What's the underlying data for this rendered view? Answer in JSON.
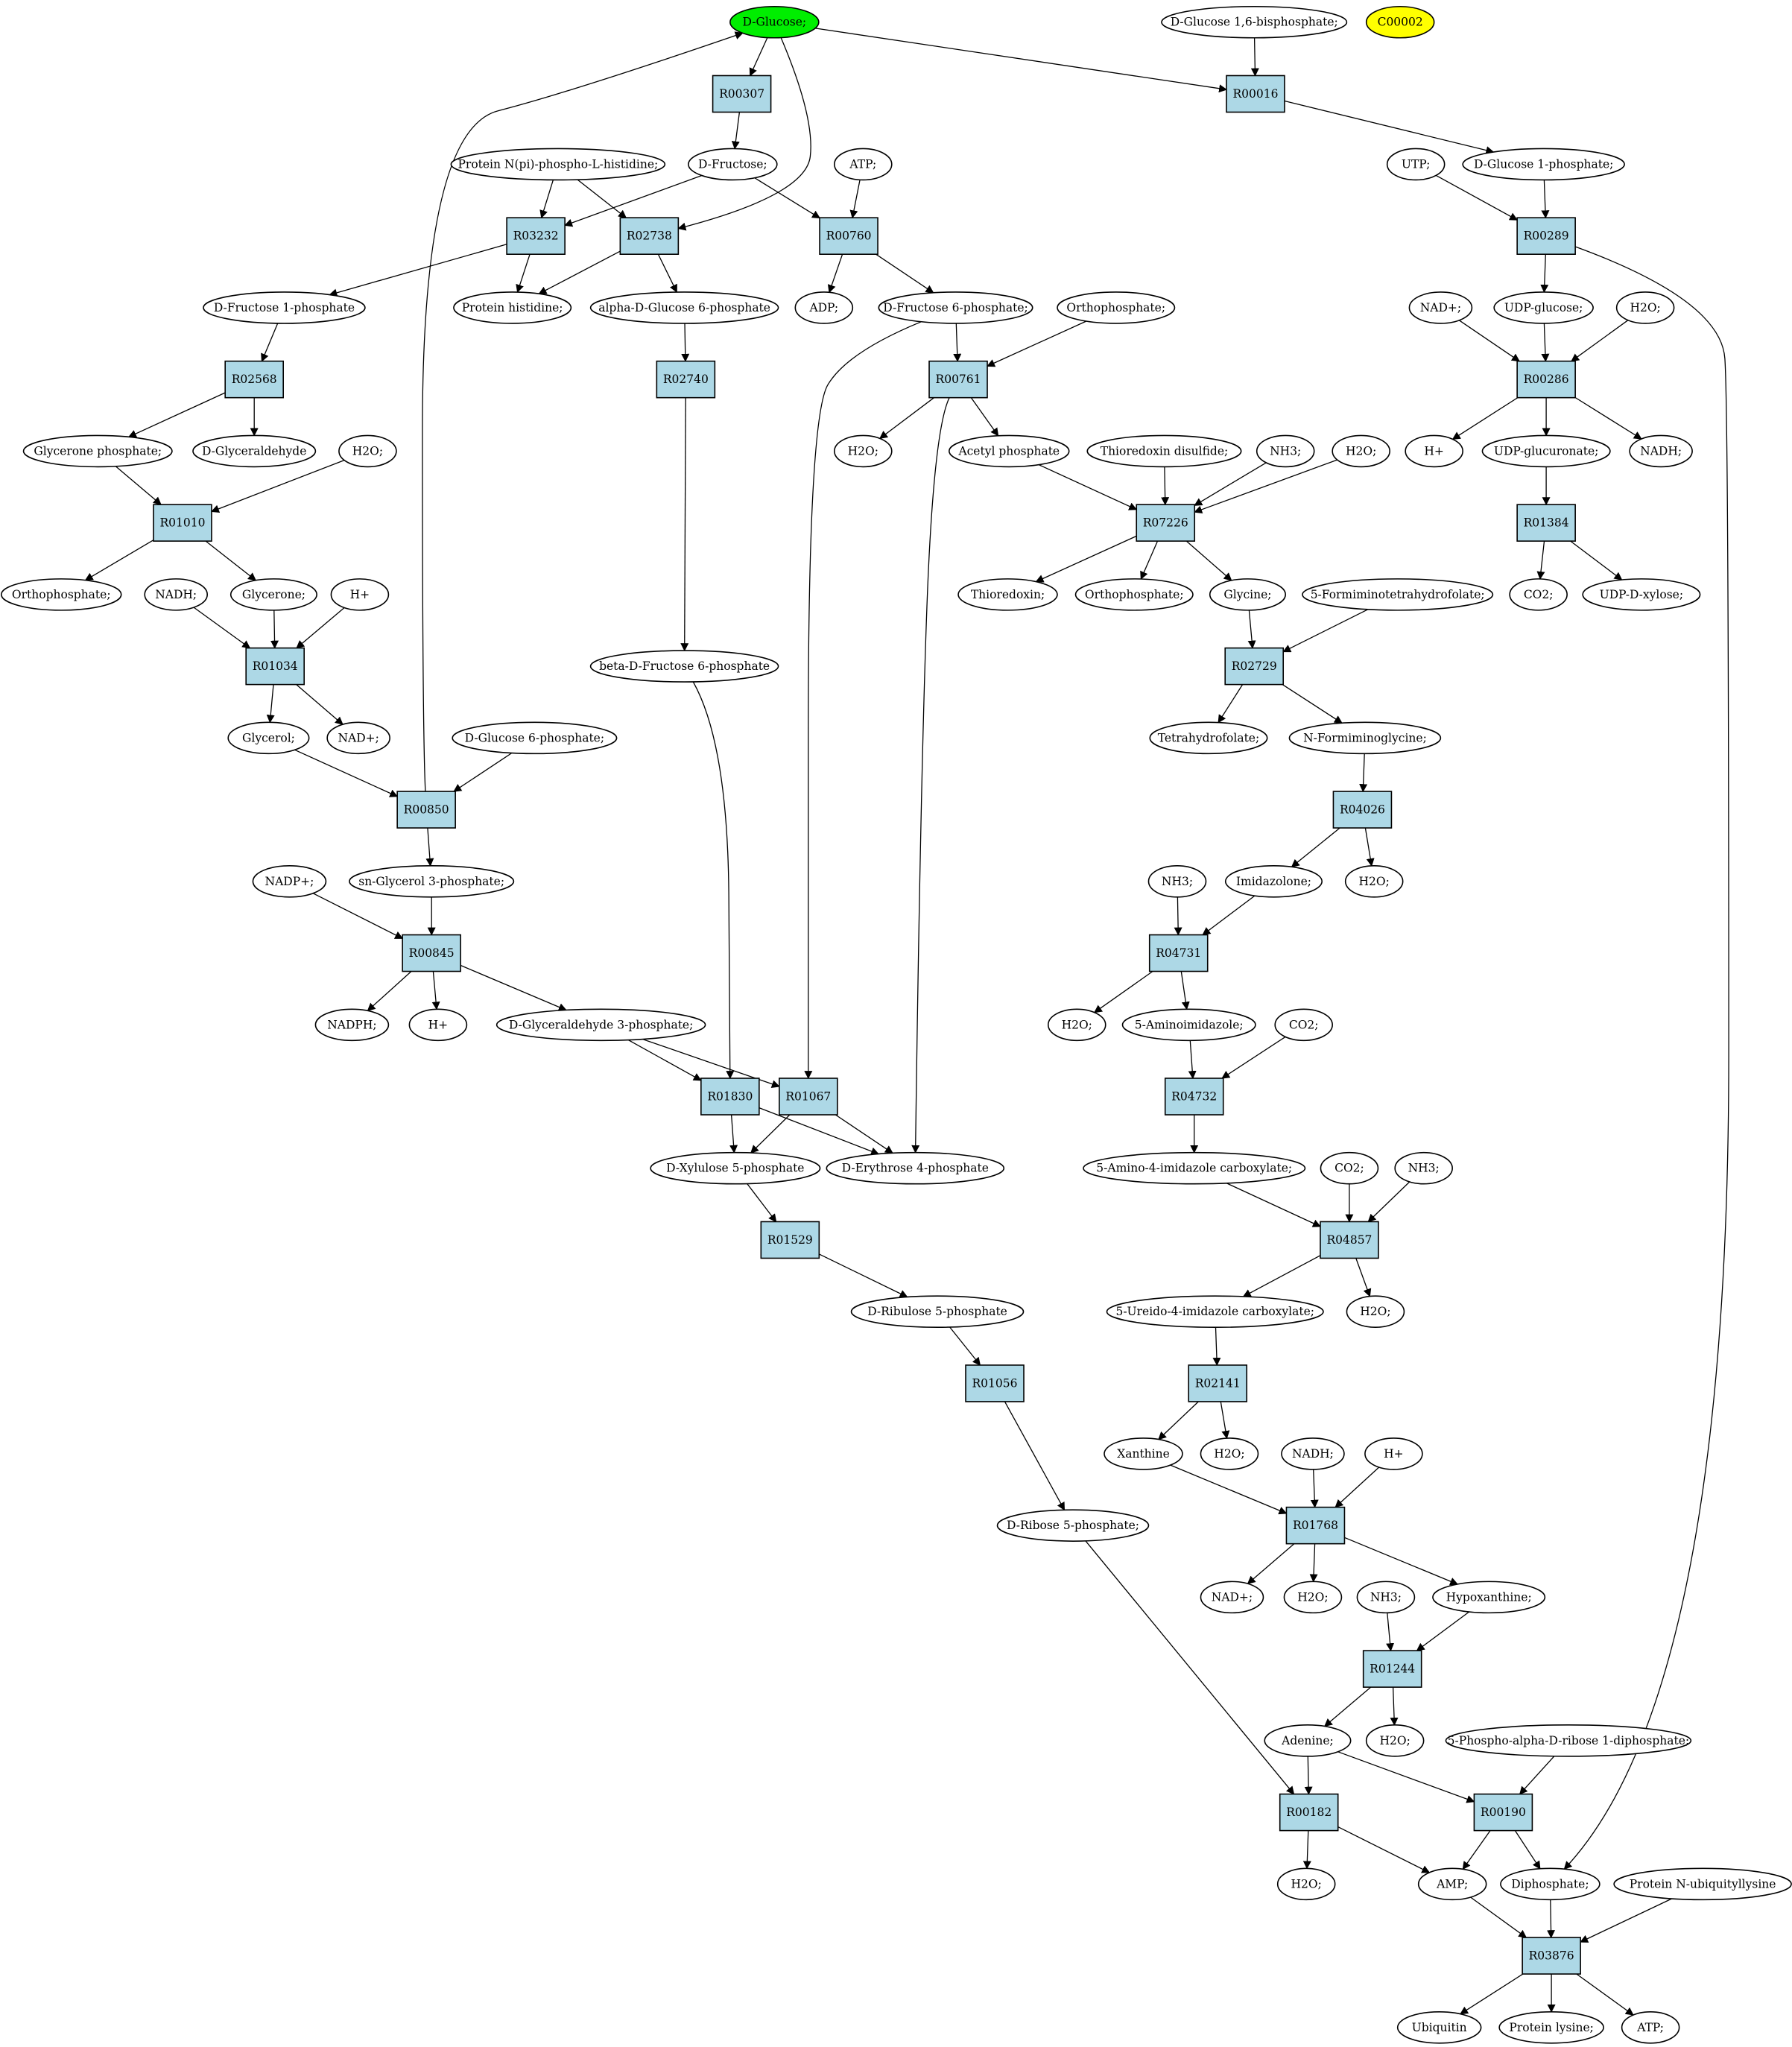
{
  "diagram": {
    "compounds": [
      {
        "id": "glucose",
        "label": "D-Glucose;",
        "fill": "#00ee00"
      },
      {
        "id": "g16bp",
        "label": "D-Glucose 1,6-bisphosphate;"
      },
      {
        "id": "c00002",
        "label": "C00002",
        "fill": "#ffff00"
      },
      {
        "id": "protnpi",
        "label": "Protein N(pi)-phospho-L-histidine;"
      },
      {
        "id": "fructose",
        "label": "D-Fructose;"
      },
      {
        "id": "atp1",
        "label": "ATP;"
      },
      {
        "id": "utp",
        "label": "UTP;"
      },
      {
        "id": "g1p",
        "label": "D-Glucose 1-phosphate;"
      },
      {
        "id": "f1p",
        "label": "D-Fructose 1-phosphate"
      },
      {
        "id": "prothis",
        "label": "Protein histidine;"
      },
      {
        "id": "ag6p",
        "label": "alpha-D-Glucose 6-phosphate"
      },
      {
        "id": "adp",
        "label": "ADP;"
      },
      {
        "id": "f6p",
        "label": "D-Fructose 6-phosphate;"
      },
      {
        "id": "ortho1",
        "label": "Orthophosphate;"
      },
      {
        "id": "nadp1",
        "label": "NAD+;"
      },
      {
        "id": "udpglc",
        "label": "UDP-glucose;"
      },
      {
        "id": "h2o_a",
        "label": "H2O;"
      },
      {
        "id": "glyp",
        "label": "Glycerone phosphate;"
      },
      {
        "id": "dglyald",
        "label": "D-Glyceraldehyde"
      },
      {
        "id": "h2o_b",
        "label": "H2O;"
      },
      {
        "id": "h2o_c",
        "label": "H2O;"
      },
      {
        "id": "acetylp",
        "label": "Acetyl phosphate"
      },
      {
        "id": "thiodis",
        "label": "Thioredoxin disulfide;"
      },
      {
        "id": "nh3_a",
        "label": "NH3;"
      },
      {
        "id": "h2o_d",
        "label": "H2O;"
      },
      {
        "id": "hplus_a",
        "label": "H+"
      },
      {
        "id": "udpgluc",
        "label": "UDP-glucuronate;"
      },
      {
        "id": "nadh_a",
        "label": "NADH;"
      },
      {
        "id": "ortho2",
        "label": "Orthophosphate;"
      },
      {
        "id": "nadh_b",
        "label": "NADH;"
      },
      {
        "id": "glycerone",
        "label": "Glycerone;"
      },
      {
        "id": "hplus_b",
        "label": "H+"
      },
      {
        "id": "thio",
        "label": "Thioredoxin;"
      },
      {
        "id": "ortho3",
        "label": "Orthophosphate;"
      },
      {
        "id": "glycine",
        "label": "Glycine;"
      },
      {
        "id": "fthf",
        "label": "5-Formiminotetrahydrofolate;"
      },
      {
        "id": "co2_a",
        "label": "CO2;"
      },
      {
        "id": "udpxyl",
        "label": "UDP-D-xylose;"
      },
      {
        "id": "bf6p",
        "label": "beta-D-Fructose 6-phosphate"
      },
      {
        "id": "glycerol",
        "label": "Glycerol;"
      },
      {
        "id": "nadp2",
        "label": "NAD+;"
      },
      {
        "id": "g6p",
        "label": "D-Glucose 6-phosphate;"
      },
      {
        "id": "thf",
        "label": "Tetrahydrofolate;"
      },
      {
        "id": "nfg",
        "label": "N-Formiminoglycine;"
      },
      {
        "id": "nadpp",
        "label": "NADP+;"
      },
      {
        "id": "g3p_sn",
        "label": "sn-Glycerol 3-phosphate;"
      },
      {
        "id": "nh3_b",
        "label": "NH3;"
      },
      {
        "id": "imid",
        "label": "Imidazolone;"
      },
      {
        "id": "h2o_e",
        "label": "H2O;"
      },
      {
        "id": "nadph",
        "label": "NADPH;"
      },
      {
        "id": "hplus_c",
        "label": "H+"
      },
      {
        "id": "gap",
        "label": "D-Glyceraldehyde 3-phosphate;"
      },
      {
        "id": "h2o_f",
        "label": "H2O;"
      },
      {
        "id": "aimid",
        "label": "5-Aminoimidazole;"
      },
      {
        "id": "co2_b",
        "label": "CO2;"
      },
      {
        "id": "xu5p",
        "label": "D-Xylulose 5-phosphate"
      },
      {
        "id": "e4p",
        "label": "D-Erythrose 4-phosphate"
      },
      {
        "id": "aicarb",
        "label": "5-Amino-4-imidazole carboxylate;"
      },
      {
        "id": "co2_c",
        "label": "CO2;"
      },
      {
        "id": "nh3_c",
        "label": "NH3;"
      },
      {
        "id": "ru5p",
        "label": "D-Ribulose 5-phosphate"
      },
      {
        "id": "uicarb",
        "label": "5-Ureido-4-imidazole carboxylate;"
      },
      {
        "id": "h2o_g",
        "label": "H2O;"
      },
      {
        "id": "xanthine",
        "label": "Xanthine"
      },
      {
        "id": "h2o_h",
        "label": "H2O;"
      },
      {
        "id": "nadh_c",
        "label": "NADH;"
      },
      {
        "id": "hplus_d",
        "label": "H+"
      },
      {
        "id": "r5p",
        "label": "D-Ribose 5-phosphate;"
      },
      {
        "id": "nadp3",
        "label": "NAD+;"
      },
      {
        "id": "h2o_i",
        "label": "H2O;"
      },
      {
        "id": "nh3_d",
        "label": "NH3;"
      },
      {
        "id": "hypox",
        "label": "Hypoxanthine;"
      },
      {
        "id": "adenine",
        "label": "Adenine;"
      },
      {
        "id": "h2o_j",
        "label": "H2O;"
      },
      {
        "id": "prpp",
        "label": "5-Phospho-alpha-D-ribose 1-diphosphate;"
      },
      {
        "id": "h2o_k",
        "label": "H2O;"
      },
      {
        "id": "amp",
        "label": "AMP;"
      },
      {
        "id": "diphos",
        "label": "Diphosphate;"
      },
      {
        "id": "protub",
        "label": "Protein N-ubiquityllysine"
      },
      {
        "id": "ubiquitin",
        "label": "Ubiquitin"
      },
      {
        "id": "protlys",
        "label": "Protein lysine;"
      },
      {
        "id": "atp2",
        "label": "ATP;"
      }
    ],
    "reactions": [
      {
        "id": "R00307",
        "label": "R00307"
      },
      {
        "id": "R00016",
        "label": "R00016"
      },
      {
        "id": "R03232",
        "label": "R03232"
      },
      {
        "id": "R02738",
        "label": "R02738"
      },
      {
        "id": "R00760",
        "label": "R00760"
      },
      {
        "id": "R00289",
        "label": "R00289"
      },
      {
        "id": "R02568",
        "label": "R02568"
      },
      {
        "id": "R02740",
        "label": "R02740"
      },
      {
        "id": "R00761",
        "label": "R00761"
      },
      {
        "id": "R00286",
        "label": "R00286"
      },
      {
        "id": "R01010",
        "label": "R01010"
      },
      {
        "id": "R07226",
        "label": "R07226"
      },
      {
        "id": "R01384",
        "label": "R01384"
      },
      {
        "id": "R01034",
        "label": "R01034"
      },
      {
        "id": "R02729",
        "label": "R02729"
      },
      {
        "id": "R00850",
        "label": "R00850"
      },
      {
        "id": "R04026",
        "label": "R04026"
      },
      {
        "id": "R00845",
        "label": "R00845"
      },
      {
        "id": "R04731",
        "label": "R04731"
      },
      {
        "id": "R01830",
        "label": "R01830"
      },
      {
        "id": "R01067",
        "label": "R01067"
      },
      {
        "id": "R04732",
        "label": "R04732"
      },
      {
        "id": "R04857",
        "label": "R04857"
      },
      {
        "id": "R01529",
        "label": "R01529"
      },
      {
        "id": "R01056",
        "label": "R01056"
      },
      {
        "id": "R02141",
        "label": "R02141"
      },
      {
        "id": "R01768",
        "label": "R01768"
      },
      {
        "id": "R01244",
        "label": "R01244"
      },
      {
        "id": "R00182",
        "label": "R00182"
      },
      {
        "id": "R00190",
        "label": "R00190"
      },
      {
        "id": "R03876",
        "label": "R03876"
      }
    ],
    "edges": [
      [
        "glucose",
        "R00307"
      ],
      [
        "glucose",
        "R00016"
      ],
      [
        "glucose",
        "R02738"
      ],
      [
        "R00307",
        "fructose"
      ],
      [
        "g16bp",
        "R00016"
      ],
      [
        "R00016",
        "g1p"
      ],
      [
        "protnpi",
        "R03232"
      ],
      [
        "protnpi",
        "R02738"
      ],
      [
        "fructose",
        "R03232"
      ],
      [
        "fructose",
        "R00760"
      ],
      [
        "atp1",
        "R00760"
      ],
      [
        "utp",
        "R00289"
      ],
      [
        "g1p",
        "R00289"
      ],
      [
        "R03232",
        "f1p"
      ],
      [
        "R03232",
        "prothis"
      ],
      [
        "R02738",
        "prothis"
      ],
      [
        "R02738",
        "ag6p"
      ],
      [
        "R00760",
        "adp"
      ],
      [
        "R00760",
        "f6p"
      ],
      [
        "R00289",
        "udpglc"
      ],
      [
        "R00289",
        "diphos"
      ],
      [
        "f1p",
        "R02568"
      ],
      [
        "ag6p",
        "R02740"
      ],
      [
        "f6p",
        "R00761"
      ],
      [
        "f6p",
        "R01067"
      ],
      [
        "ortho1",
        "R00761"
      ],
      [
        "nadp1",
        "R00286"
      ],
      [
        "udpglc",
        "R00286"
      ],
      [
        "h2o_a",
        "R00286"
      ],
      [
        "R02568",
        "glyp"
      ],
      [
        "R02568",
        "dglyald"
      ],
      [
        "R00761",
        "h2o_c"
      ],
      [
        "R00761",
        "acetylp"
      ],
      [
        "R00761",
        "e4p"
      ],
      [
        "R00286",
        "hplus_a"
      ],
      [
        "R00286",
        "udpgluc"
      ],
      [
        "R00286",
        "nadh_a"
      ],
      [
        "glyp",
        "R01010"
      ],
      [
        "h2o_b",
        "R01010"
      ],
      [
        "acetylp",
        "R07226"
      ],
      [
        "thiodis",
        "R07226"
      ],
      [
        "nh3_a",
        "R07226"
      ],
      [
        "h2o_d",
        "R07226"
      ],
      [
        "udpgluc",
        "R01384"
      ],
      [
        "R01010",
        "ortho2"
      ],
      [
        "R01010",
        "glycerone"
      ],
      [
        "nadh_b",
        "R01034"
      ],
      [
        "glycerone",
        "R01034"
      ],
      [
        "hplus_b",
        "R01034"
      ],
      [
        "R07226",
        "thio"
      ],
      [
        "R07226",
        "ortho3"
      ],
      [
        "R07226",
        "glycine"
      ],
      [
        "R01384",
        "co2_a"
      ],
      [
        "R01384",
        "udpxyl"
      ],
      [
        "R02740",
        "bf6p"
      ],
      [
        "R01034",
        "glycerol"
      ],
      [
        "R01034",
        "nadp2"
      ],
      [
        "glycine",
        "R02729"
      ],
      [
        "fthf",
        "R02729"
      ],
      [
        "glycerol",
        "R00850"
      ],
      [
        "g6p",
        "R00850"
      ],
      [
        "R00850",
        "glucose"
      ],
      [
        "R02729",
        "thf"
      ],
      [
        "R02729",
        "nfg"
      ],
      [
        "R00850",
        "g3p_sn"
      ],
      [
        "nfg",
        "R04026"
      ],
      [
        "nadpp",
        "R00845"
      ],
      [
        "g3p_sn",
        "R00845"
      ],
      [
        "R04026",
        "imid"
      ],
      [
        "R04026",
        "h2o_e"
      ],
      [
        "nh3_b",
        "R04731"
      ],
      [
        "imid",
        "R04731"
      ],
      [
        "R00845",
        "nadph"
      ],
      [
        "R00845",
        "hplus_c"
      ],
      [
        "R00845",
        "gap"
      ],
      [
        "R04731",
        "h2o_f"
      ],
      [
        "R04731",
        "aimid"
      ],
      [
        "bf6p",
        "R01830"
      ],
      [
        "gap",
        "R01830"
      ],
      [
        "gap",
        "R01067"
      ],
      [
        "aimid",
        "R04732"
      ],
      [
        "co2_b",
        "R04732"
      ],
      [
        "R01830",
        "xu5p"
      ],
      [
        "R01830",
        "e4p"
      ],
      [
        "R01067",
        "xu5p"
      ],
      [
        "R01067",
        "e4p"
      ],
      [
        "R04732",
        "aicarb"
      ],
      [
        "xu5p",
        "R01529"
      ],
      [
        "aicarb",
        "R04857"
      ],
      [
        "co2_c",
        "R04857"
      ],
      [
        "nh3_c",
        "R04857"
      ],
      [
        "R01529",
        "ru5p"
      ],
      [
        "R04857",
        "uicarb"
      ],
      [
        "R04857",
        "h2o_g"
      ],
      [
        "ru5p",
        "R01056"
      ],
      [
        "uicarb",
        "R02141"
      ],
      [
        "R02141",
        "xanthine"
      ],
      [
        "R02141",
        "h2o_h"
      ],
      [
        "xanthine",
        "R01768"
      ],
      [
        "nadh_c",
        "R01768"
      ],
      [
        "hplus_d",
        "R01768"
      ],
      [
        "R01056",
        "r5p"
      ],
      [
        "R01768",
        "nadp3"
      ],
      [
        "R01768",
        "h2o_i"
      ],
      [
        "R01768",
        "hypox"
      ],
      [
        "nh3_d",
        "R01244"
      ],
      [
        "hypox",
        "R01244"
      ],
      [
        "R01244",
        "adenine"
      ],
      [
        "R01244",
        "h2o_j"
      ],
      [
        "r5p",
        "R00182"
      ],
      [
        "adenine",
        "R00182"
      ],
      [
        "adenine",
        "R00190"
      ],
      [
        "prpp",
        "R00190"
      ],
      [
        "R00182",
        "h2o_k"
      ],
      [
        "R00182",
        "amp"
      ],
      [
        "R00190",
        "amp"
      ],
      [
        "R00190",
        "diphos"
      ],
      [
        "amp",
        "R03876"
      ],
      [
        "diphos",
        "R03876"
      ],
      [
        "protub",
        "R03876"
      ],
      [
        "R03876",
        "ubiquitin"
      ],
      [
        "R03876",
        "protlys"
      ],
      [
        "R03876",
        "atp2"
      ]
    ]
  }
}
